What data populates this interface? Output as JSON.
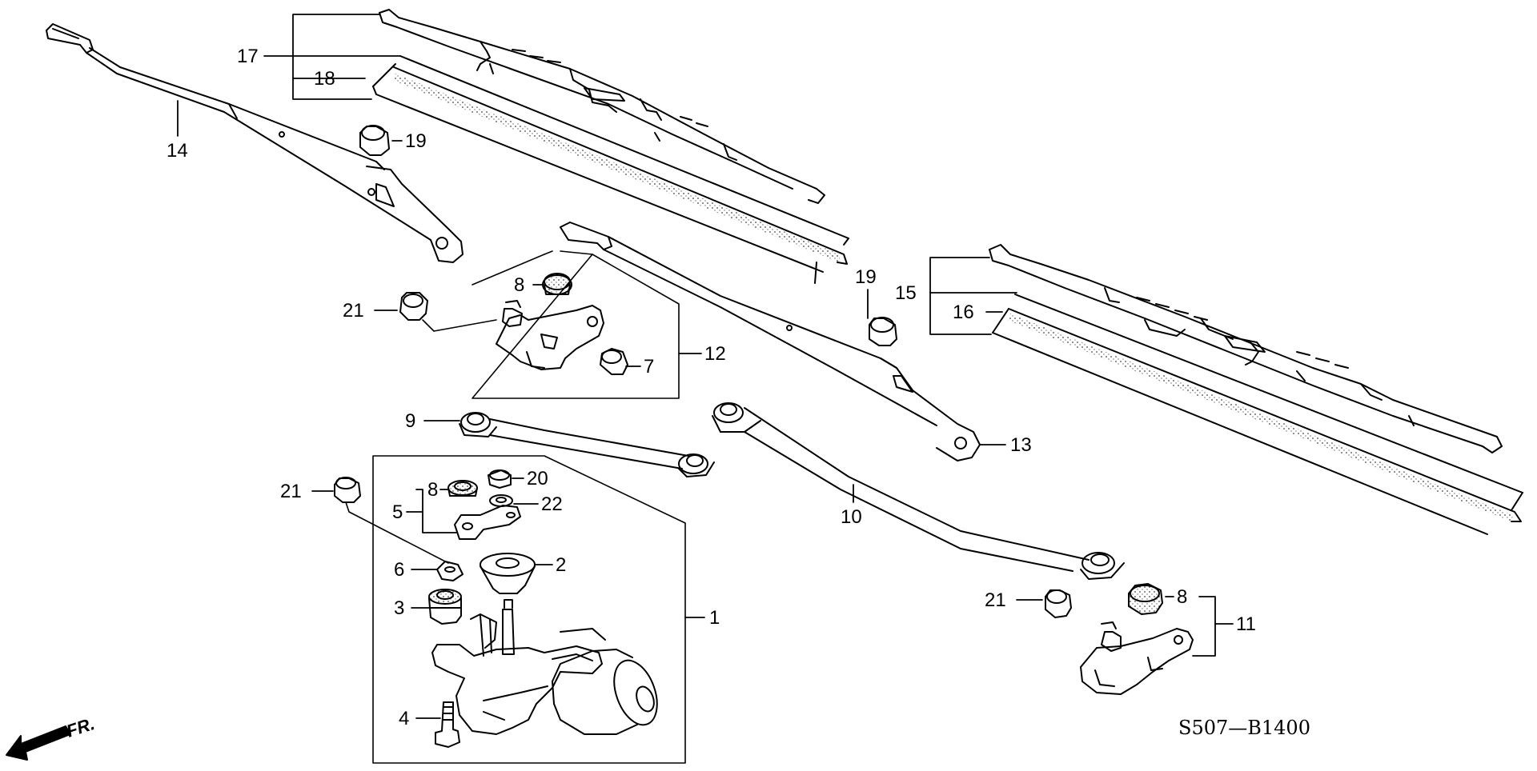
{
  "diagram_code": "S507—B1400",
  "front_marker": "FR.",
  "parts": {
    "p1": "1",
    "p2": "2",
    "p3": "3",
    "p4": "4",
    "p5": "5",
    "p6": "6",
    "p7": "7",
    "p8a": "8",
    "p8b": "8",
    "p8c": "8",
    "p9": "9",
    "p10": "10",
    "p11": "11",
    "p12": "12",
    "p13": "13",
    "p14": "14",
    "p15": "15",
    "p16": "16",
    "p17": "17",
    "p18": "18",
    "p19a": "19",
    "p19b": "19",
    "p20": "20",
    "p21a": "21",
    "p21b": "21",
    "p21c": "21",
    "p22": "22"
  },
  "colors": {
    "ink": "#000000",
    "paper": "#ffffff",
    "stipple": "#555555"
  }
}
